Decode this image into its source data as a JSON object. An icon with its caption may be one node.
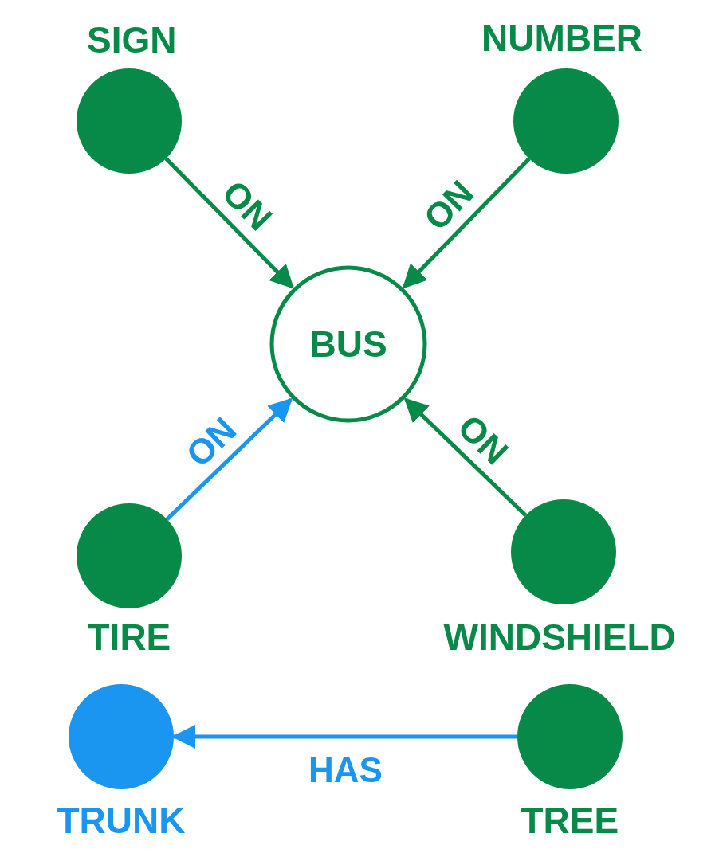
{
  "diagram": {
    "nodes": [
      {
        "text": [
          "SIGN"
        ]
      },
      {
        "text": [
          "NUMBER"
        ]
      },
      {
        "text": [
          "BUS"
        ]
      },
      {
        "text": [
          "TIRE"
        ]
      },
      {
        "text": [
          "WINDSHIELD"
        ]
      },
      {
        "text": [
          "TRUNK"
        ]
      },
      {
        "text": [
          "TREE"
        ]
      }
    ],
    "edges": [
      {
        "from": 0,
        "to": 2,
        "arrow": "to",
        "label": "ON"
      },
      {
        "from": 1,
        "to": 2,
        "arrow": "to",
        "label": "ON"
      },
      {
        "from": 3,
        "to": 2,
        "arrow": "to",
        "label": "ON",
        "color": "#1a96f0"
      },
      {
        "from": 4,
        "to": 2,
        "arrow": "to",
        "label": "ON"
      },
      {
        "from": 6,
        "to": 5,
        "arrow": "to",
        "label": "HAS",
        "color": "#1a96f0"
      }
    ]
  }
}
